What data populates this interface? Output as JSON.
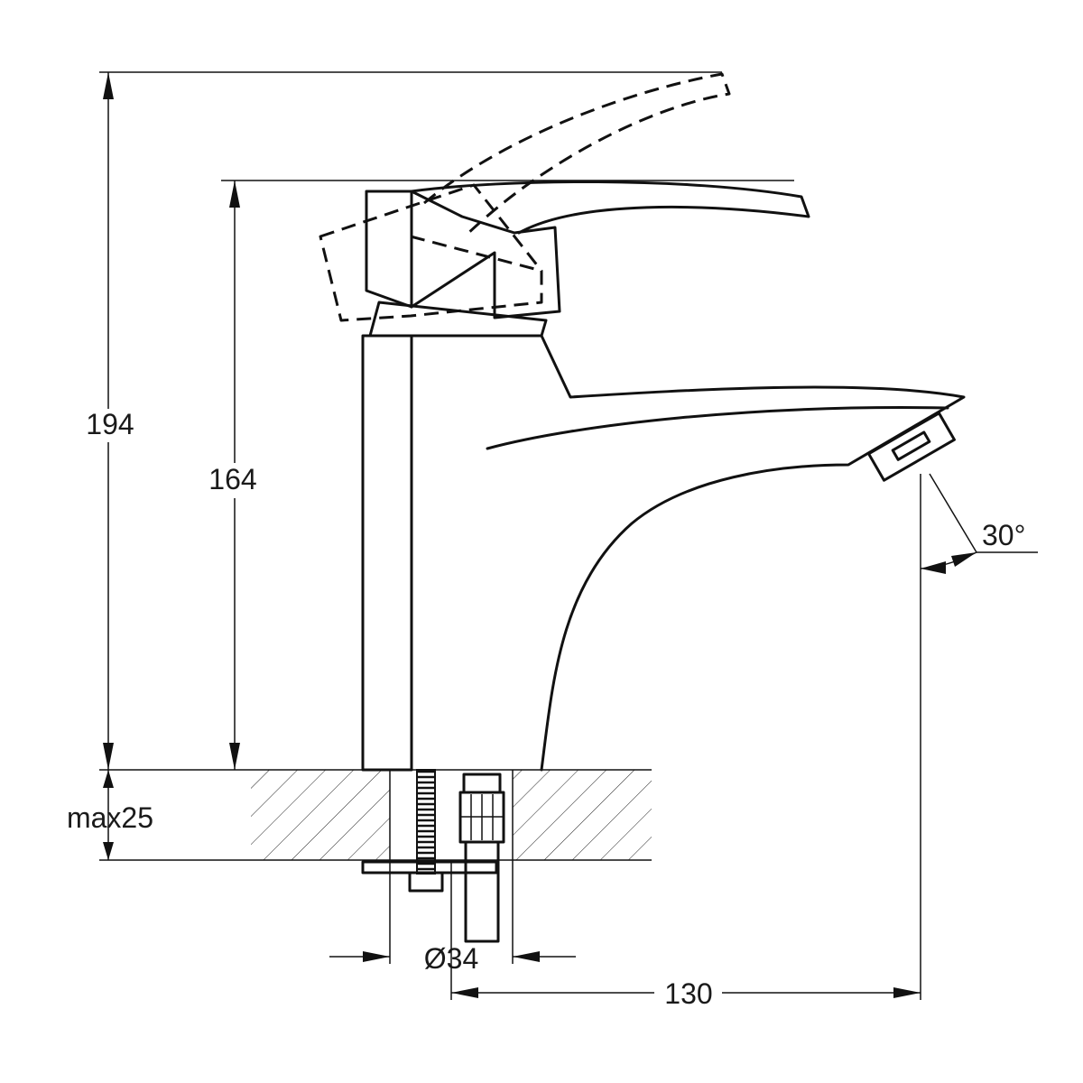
{
  "dimensions": {
    "total_height": "194",
    "body_height": "164",
    "max_counter_thickness": "max25",
    "hole_diameter": "Ø34",
    "spout_reach": "130",
    "aerator_angle": "30°"
  },
  "colors": {
    "line": "#111111",
    "background": "#ffffff"
  }
}
